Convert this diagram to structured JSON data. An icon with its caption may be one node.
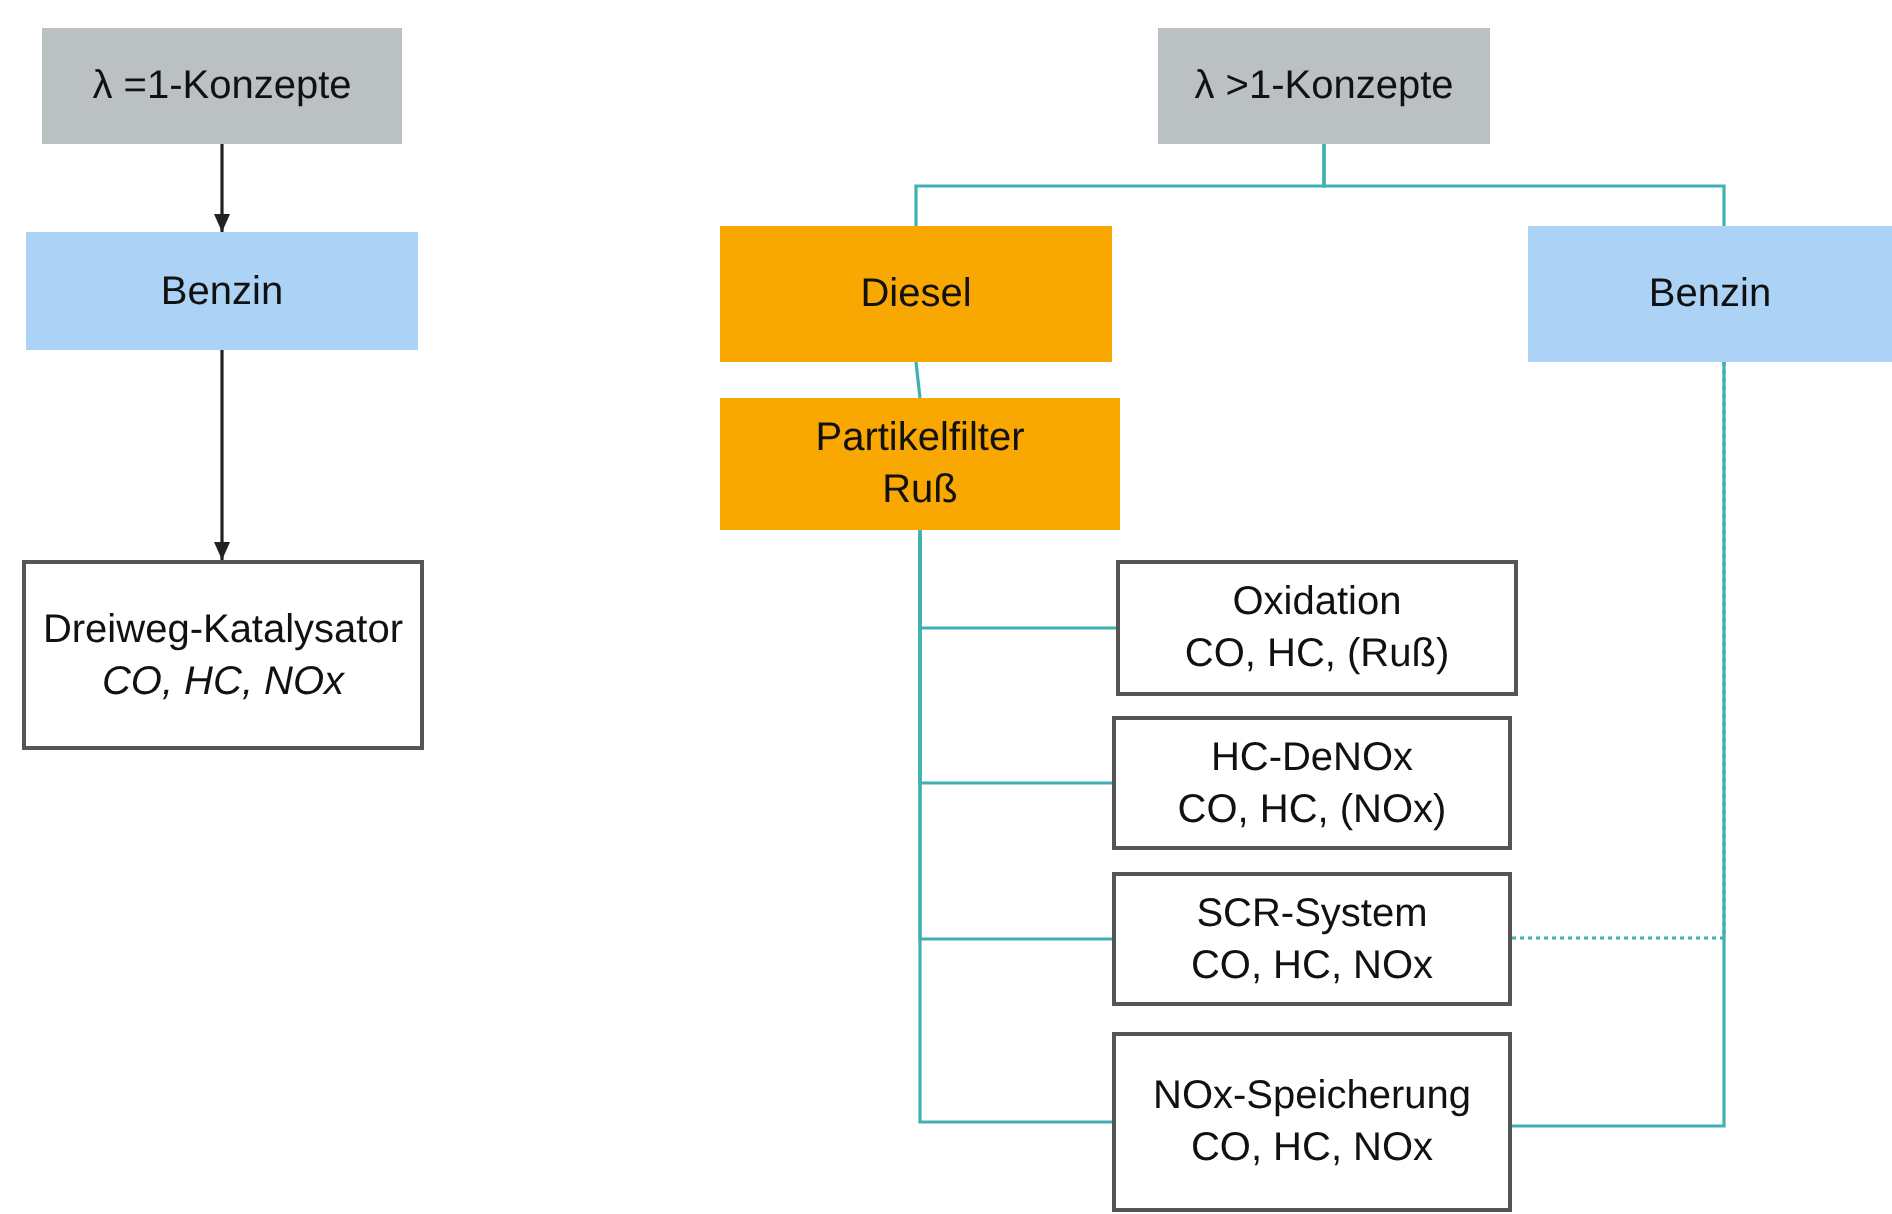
{
  "diagram": {
    "nodes": [
      {
        "text": [
          "λ =1-Konzepte"
        ]
      },
      {
        "text": [
          "Benzin"
        ]
      },
      {
        "text": [
          "Dreiweg-Katalysator",
          "CO, HC, NOx"
        ]
      },
      {
        "text": [
          "λ >1-Konzepte"
        ]
      },
      {
        "text": [
          "Diesel"
        ]
      },
      {
        "text": [
          "Benzin"
        ]
      },
      {
        "text": [
          "Partikelfilter",
          "Ruß"
        ]
      },
      {
        "text": [
          "Oxidation",
          "CO, HC, (Ruß)"
        ]
      },
      {
        "text": [
          "HC-DeNOx",
          "CO, HC, (NOx)"
        ]
      },
      {
        "text": [
          "SCR-System",
          "CO, HC, NOx"
        ]
      },
      {
        "text": [
          "NOx-Speicherung",
          "CO, HC, NOx"
        ]
      }
    ],
    "edges": [
      {
        "from": 0,
        "to": 1,
        "arrow": "to",
        "color": "#222222"
      },
      {
        "from": 1,
        "to": 2,
        "arrow": "to",
        "color": "#222222"
      },
      {
        "from": 3,
        "to": 4,
        "arrow": "none"
      },
      {
        "from": 3,
        "to": 5,
        "arrow": "none"
      },
      {
        "from": 4,
        "to": 6,
        "arrow": "none"
      },
      {
        "from": 6,
        "to": 7,
        "arrow": "none"
      },
      {
        "from": 6,
        "to": 8,
        "arrow": "none"
      },
      {
        "from": 6,
        "to": 9,
        "arrow": "none"
      },
      {
        "from": 6,
        "to": 10,
        "arrow": "none"
      },
      {
        "from": 5,
        "to": 9,
        "arrow": "none",
        "style": "dashed"
      },
      {
        "from": 5,
        "to": 10,
        "arrow": "none"
      }
    ]
  }
}
